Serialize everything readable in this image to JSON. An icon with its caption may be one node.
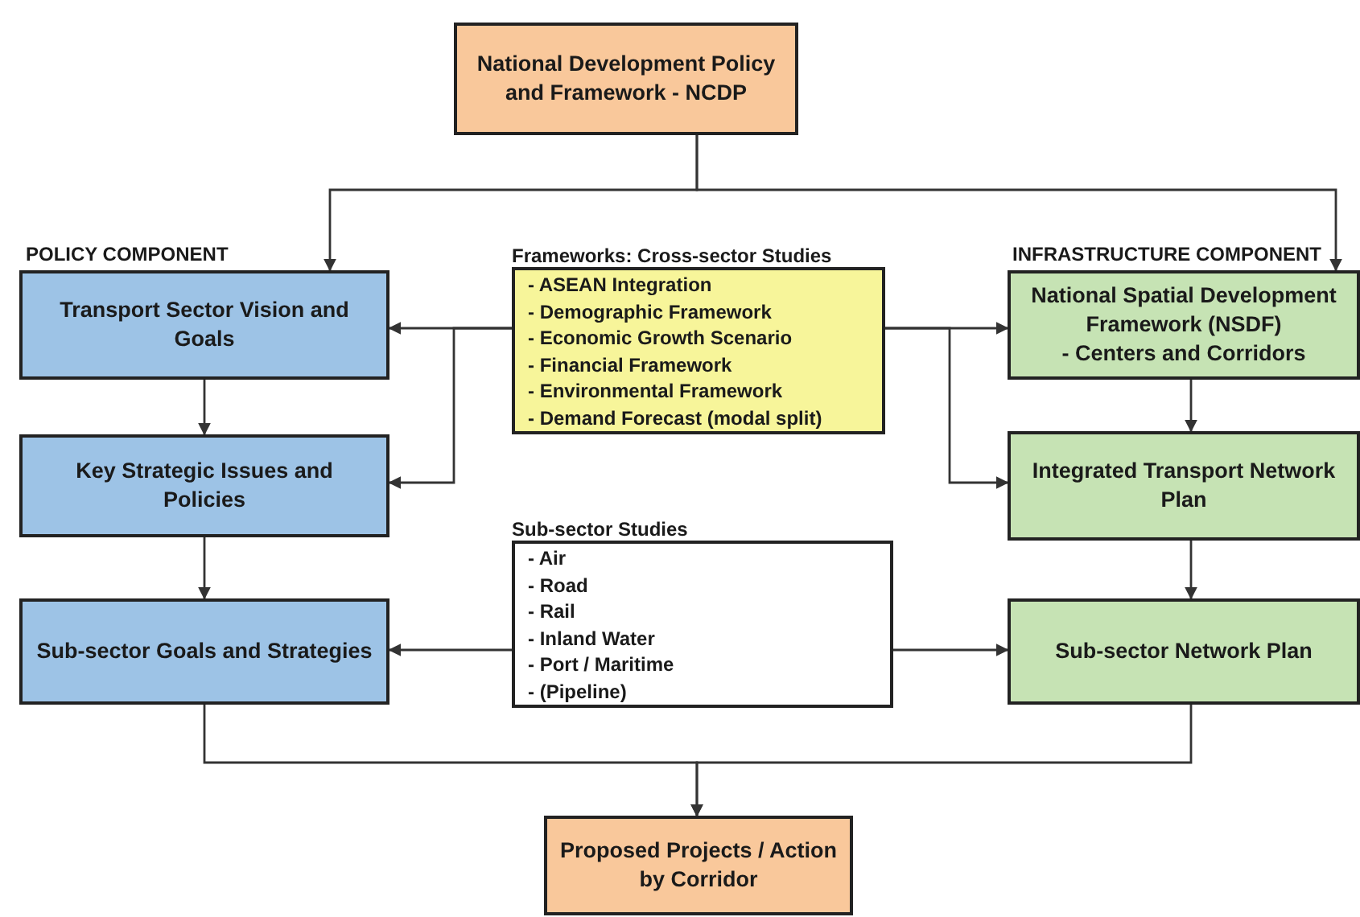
{
  "diagram": {
    "nodes": [
      {
        "text": [
          "National Development Policy and Framework - NCDP"
        ]
      },
      {
        "text": [
          "Transport Sector Vision and Goals"
        ]
      },
      {
        "text": [
          "Key Strategic Issues and Policies"
        ]
      },
      {
        "text": [
          "Sub-sector Goals and Strategies"
        ]
      },
      {
        "text": [
          "Frameworks: Cross-sector Studies",
          "- ASEAN Integration",
          "- Demographic Framework",
          "- Economic Growth Scenario",
          "- Financial Framework",
          "- Environmental Framework",
          "- Demand Forecast (modal split)"
        ]
      },
      {
        "text": [
          "Sub-sector Studies",
          "- Air",
          "- Road",
          "- Rail",
          "- Inland Water",
          "- Port / Maritime",
          "- (Pipeline)"
        ]
      },
      {
        "text": [
          "National Spatial Development Framework (NSDF)",
          "- Centers and Corridors"
        ]
      },
      {
        "text": [
          "Integrated Transport Network Plan"
        ]
      },
      {
        "text": [
          "Sub-sector Network Plan"
        ]
      },
      {
        "text": [
          "Proposed Projects / Action by Corridor"
        ]
      }
    ],
    "edges": [
      {
        "from": 0,
        "to": 1,
        "arrow": "to"
      },
      {
        "from": 0,
        "to": 6,
        "arrow": "to"
      },
      {
        "from": 1,
        "to": 2,
        "arrow": "to"
      },
      {
        "from": 2,
        "to": 3,
        "arrow": "to"
      },
      {
        "from": 4,
        "to": 1,
        "arrow": "to"
      },
      {
        "from": 4,
        "to": 2,
        "arrow": "to"
      },
      {
        "from": 4,
        "to": 6,
        "arrow": "to"
      },
      {
        "from": 4,
        "to": 7,
        "arrow": "to"
      },
      {
        "from": 5,
        "to": 3,
        "arrow": "to"
      },
      {
        "from": 5,
        "to": 8,
        "arrow": "to"
      },
      {
        "from": 6,
        "to": 7,
        "arrow": "to"
      },
      {
        "from": 7,
        "to": 8,
        "arrow": "to"
      },
      {
        "from": 3,
        "to": 9,
        "arrow": "to"
      },
      {
        "from": 8,
        "to": 9,
        "arrow": "to"
      }
    ],
    "labels": [
      "POLICY COMPONENT",
      "INFRASTRUCTURE COMPONENT"
    ]
  }
}
